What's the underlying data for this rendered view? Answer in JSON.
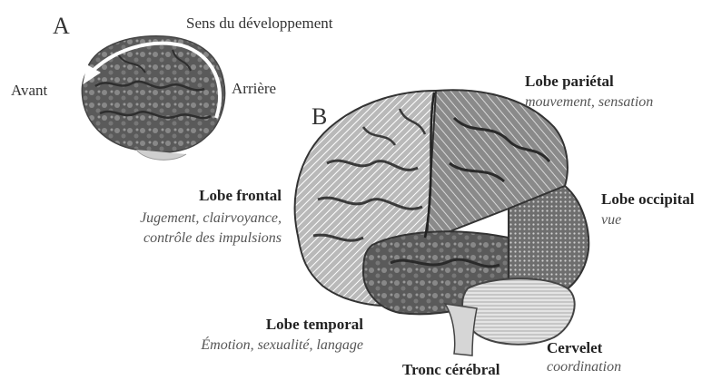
{
  "panel_a": {
    "letter": "A",
    "direction_label": "Sens du développement",
    "front_label": "Avant",
    "back_label": "Arrière"
  },
  "panel_b": {
    "letter": "B",
    "lobes": {
      "parietal": {
        "name": "Lobe pariétal",
        "function": "mouvement, sensation"
      },
      "frontal": {
        "name": "Lobe frontal",
        "function_line1": "Jugement, clairvoyance,",
        "function_line2": "contrôle des impulsions"
      },
      "occipital": {
        "name": "Lobe occipital",
        "function": "vue"
      },
      "temporal": {
        "name": "Lobe temporal",
        "function": "Émotion, sexualité, langage"
      },
      "cerebellum": {
        "name": "Cervelet",
        "function": "coordination"
      },
      "brainstem": {
        "name": "Tronc cérébral"
      }
    }
  }
}
